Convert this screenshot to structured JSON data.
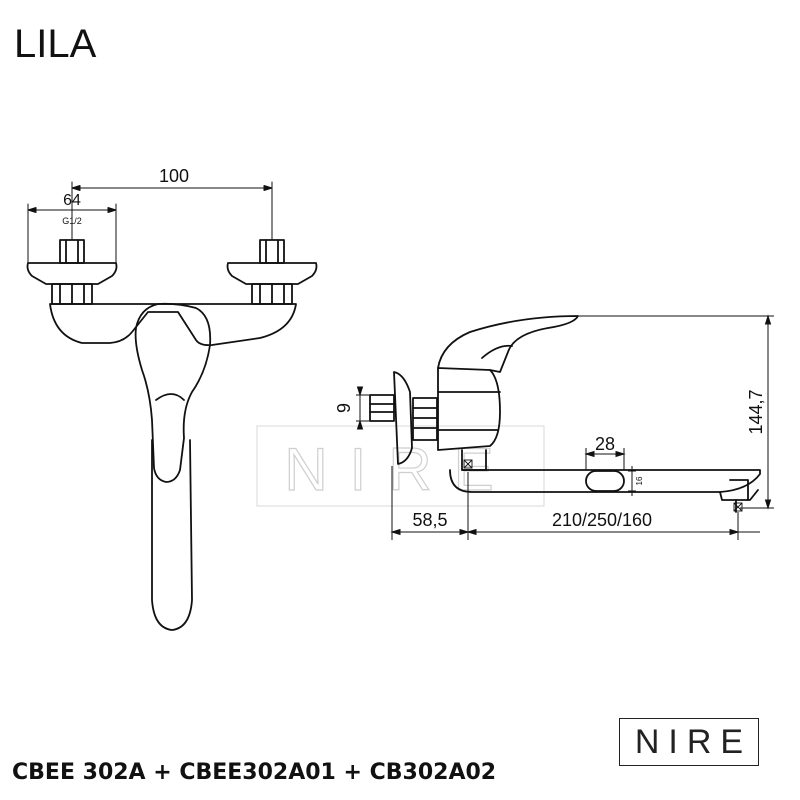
{
  "product": {
    "title": "LILA",
    "codes": "CBEE 302A + CBEE302A01 + CB302A02"
  },
  "brand": {
    "logo_text": "NIRE",
    "watermark_text": "NIRE"
  },
  "front_view": {
    "dim_100": "100",
    "dim_64": "64",
    "thread": "G1/2"
  },
  "side_view": {
    "dim_9": "9",
    "dim_28": "28",
    "dim_16": "16",
    "dim_58_5": "58,5",
    "dim_spout": "210/250/160",
    "dim_height": "144,7"
  }
}
